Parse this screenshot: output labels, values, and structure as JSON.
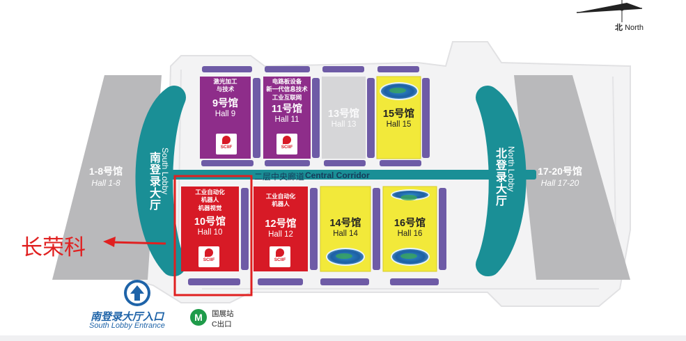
{
  "compass": {
    "cn": "北",
    "en": "North"
  },
  "corridor": {
    "cn": "二层中央廊道",
    "en": "Central Corridor"
  },
  "lobbies": {
    "south": {
      "cn": "南登录大厅",
      "en": "South Lobby"
    },
    "north": {
      "cn": "北登录大厅",
      "en": "North Lobby"
    }
  },
  "side_halls": {
    "left": {
      "cn": "1-8号馆",
      "en": "Hall 1-8"
    },
    "right": {
      "cn": "17-20号馆",
      "en": "Hall 17-20"
    }
  },
  "halls": {
    "h9": {
      "desc": [
        "激光加工",
        "与技术"
      ],
      "cn": "9号馆",
      "en": "Hall 9",
      "badge": "SCIIF"
    },
    "h11": {
      "desc": [
        "电路板设备",
        "新一代信息技术",
        "工业互联网"
      ],
      "cn": "11号馆",
      "en": "Hall 11",
      "badge": "SCIIF"
    },
    "h13": {
      "cn": "13号馆",
      "en": "Hall 13"
    },
    "h15": {
      "cn": "15号馆",
      "en": "Hall 15"
    },
    "h10": {
      "desc": [
        "工业自动化",
        "机器人",
        "机器视觉"
      ],
      "cn": "10号馆",
      "en": "Hall 10",
      "badge": "SCIIF"
    },
    "h12": {
      "desc": [
        "工业自动化",
        "机器人"
      ],
      "cn": "12号馆",
      "en": "Hall 12",
      "badge": "SCIIF"
    },
    "h14": {
      "cn": "14号馆",
      "en": "Hall 14"
    },
    "h16": {
      "cn": "16号馆",
      "en": "Hall 16"
    }
  },
  "marker": {
    "label": "长荣科",
    "target_hall": "10号馆"
  },
  "entrance": {
    "cn": "南登录大厅入口",
    "en": "South Lobby Entrance"
  },
  "metro": {
    "cn": "国展站",
    "exit": "C出口",
    "icon": "metro-icon"
  },
  "colors": {
    "purple": "#8e2d8a",
    "red": "#d71a26",
    "yellow": "#f2e93a",
    "light_grey": "#d6d6d8",
    "side_grey": "#b9b9bb",
    "teal": "#1a8f96",
    "corridor": "#1a8f96",
    "pillar": "#6e5ba6",
    "marker": "#e02020",
    "entrance_blue": "#1e63a8",
    "metro_green": "#1f9b4a"
  }
}
